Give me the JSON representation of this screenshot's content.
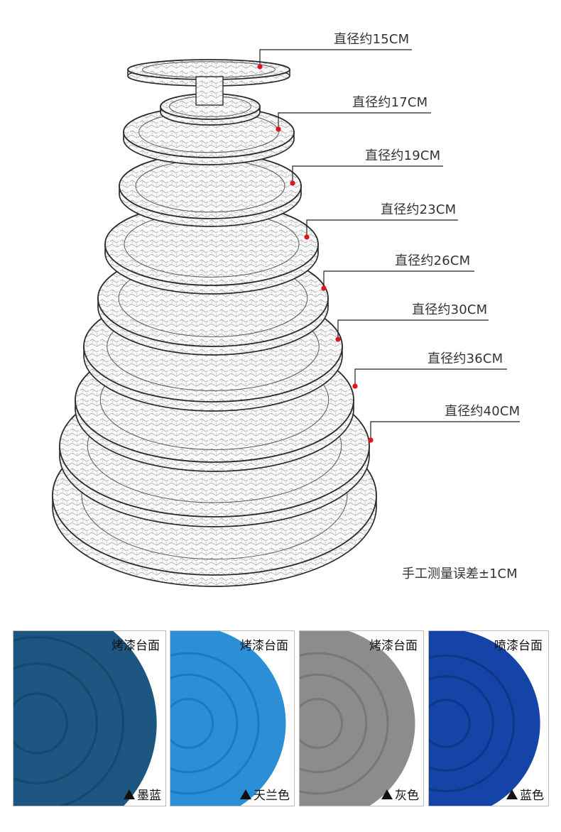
{
  "sizes": [
    "直径约15CM",
    "直径约17CM",
    "直径约19CM",
    "直径约23CM",
    "直径约26CM",
    "直径约30CM",
    "直径约36CM",
    "直径约40CM"
  ],
  "note": "手工测量误差±1CM",
  "swatches": [
    {
      "finish": "烤漆台面",
      "color_name": "墨蓝",
      "color": "#1d5680",
      "shade": "#16476c"
    },
    {
      "finish": "烤漆台面",
      "color_name": "天兰色",
      "color": "#2a8fd6",
      "shade": "#1f78bd"
    },
    {
      "finish": "烤漆台面",
      "color_name": "灰色",
      "color": "#8c8c8c",
      "shade": "#777777"
    },
    {
      "finish": "喷漆台面",
      "color_name": "蓝色",
      "color": "#1544a8",
      "shade": "#0f3589"
    }
  ],
  "accent_dot_color": "#e0141e"
}
